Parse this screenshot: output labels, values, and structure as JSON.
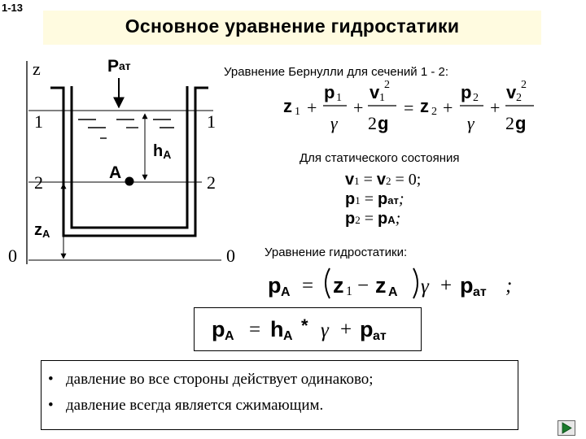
{
  "slide_number": "1-13",
  "title": "Основное уравнение гидростатики",
  "diagram": {
    "z_axis": "z",
    "p_at": {
      "base": "P",
      "sub": "ат"
    },
    "level_1": "1",
    "level_2": "2",
    "level_0": "0",
    "h_A": {
      "base": "h",
      "sub": "A"
    },
    "point_A": "A",
    "z_A": {
      "base": "z",
      "sub": "A"
    }
  },
  "bernoulli": {
    "caption": "Уравнение Бернулли для сечений 1 - 2:",
    "z1": "z",
    "sub1": "1",
    "p": "p",
    "v": "v",
    "sq": "2",
    "gamma": "γ",
    "two_g": "2",
    "g": "g",
    "plus": "+",
    "eq": "=",
    "z2": "z",
    "sub2": "2"
  },
  "static": {
    "caption": "Для статического состояния",
    "line1": {
      "v": "v",
      "s1": "1",
      "eq": " = ",
      "v2": "v",
      "s2": "2",
      "rest": " = 0;"
    },
    "line2": {
      "p": "p",
      "s1": "1",
      "eq": " = ",
      "p2": "p",
      "s2": "ат",
      "rest": ";"
    },
    "line3": {
      "p": "p",
      "s1": "2",
      "eq": " = ",
      "p2": "p",
      "s2": "A",
      "rest": ";"
    }
  },
  "hydrostatics": {
    "caption": "Уравнение гидростатики:",
    "p": "p",
    "pA_sub": "A",
    "eq": "=",
    "z1": "z",
    "z1_sub": "1",
    "minus": "−",
    "zA": "z",
    "zA_sub": "A",
    "gamma": "γ",
    "plus": "+",
    "pat": "p",
    "pat_sub": "ат",
    "semicolon": ";"
  },
  "boxed": {
    "p": "p",
    "pA_sub": "A",
    "eq": "=",
    "h": "h",
    "hA_sub": "A",
    "star": "*",
    "gamma": "γ",
    "plus": "+",
    "pat": "p",
    "pat_sub": "ат"
  },
  "bullets": [
    "давление во все стороны действует одинаково;",
    "давление всегда является сжимающим."
  ],
  "bullet_symbol": "•",
  "colors": {
    "title_bg": "#fffbe0",
    "nav_green": "#1a7a2c"
  },
  "icons": {
    "nav_next": "next-slide-arrow-icon"
  }
}
